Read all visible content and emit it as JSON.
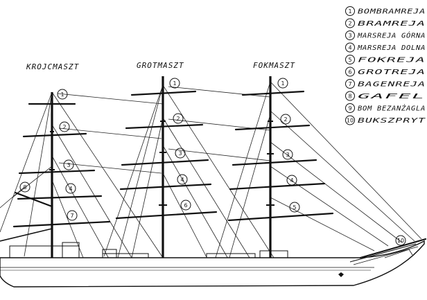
{
  "masts": [
    {
      "id": "krojcmaszt",
      "label": "KROJCMASZT"
    },
    {
      "id": "grotmaszt",
      "label": "GROTMASZT"
    },
    {
      "id": "fokmaszt",
      "label": "FOKMASZT"
    }
  ],
  "legend": [
    {
      "num": "1",
      "text": "BOMBRAMREJA"
    },
    {
      "num": "2",
      "text": "BRAMREJA"
    },
    {
      "num": "3",
      "text": "MARSREJA GÓRNA"
    },
    {
      "num": "4",
      "text": "MARSREJA DOLNA"
    },
    {
      "num": "5",
      "text": "FOKREJA"
    },
    {
      "num": "6",
      "text": "GROTREJA"
    },
    {
      "num": "7",
      "text": "BAGENREJA"
    },
    {
      "num": "8",
      "text": "GAFEL"
    },
    {
      "num": "9",
      "text": "BOM BEZANŻAGLA"
    },
    {
      "num": "10",
      "text": "BUKSZPRYT"
    }
  ],
  "callouts": {
    "mizzen_1": "1",
    "mizzen_2": "2",
    "mizzen_3": "3",
    "mizzen_4": "4",
    "mizzen_7": "7",
    "mizzen_8": "8",
    "main_1": "1",
    "main_2": "2",
    "main_3": "3",
    "main_4": "4",
    "main_6": "6",
    "fore_1": "1",
    "fore_2": "2",
    "fore_3": "3",
    "fore_4": "4",
    "fore_5": "5",
    "bowsprit_10": "10"
  }
}
